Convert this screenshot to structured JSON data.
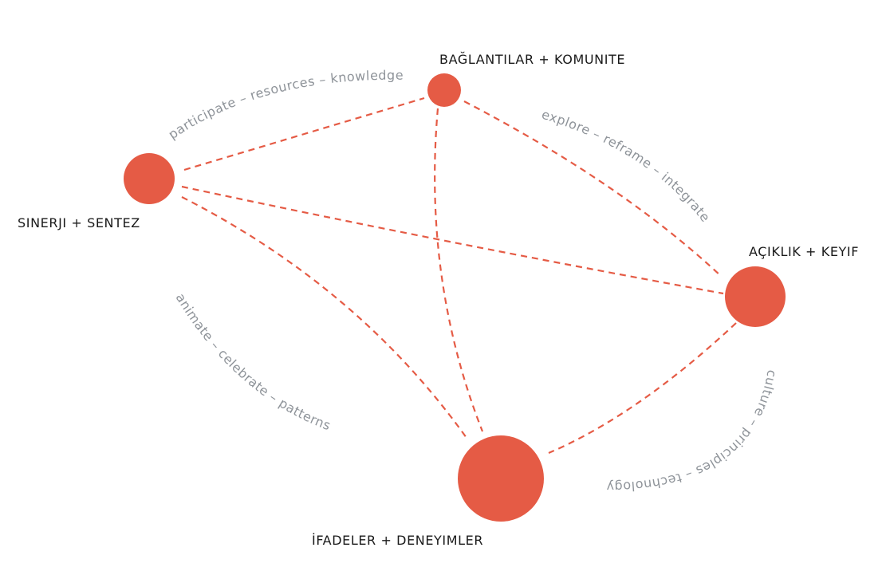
{
  "colors": {
    "node": "#e55b45",
    "edge": "#e55b45",
    "edge_label": "#8e9399",
    "node_label": "#1a1a1a"
  },
  "nodes": [
    {
      "id": "baglantilar",
      "label": "BAĞLANTILAR + KOMUNITE"
    },
    {
      "id": "sinerji",
      "label": "SINERJI + SENTEZ"
    },
    {
      "id": "aciklik",
      "label": "AÇIKLIK + KEYIF"
    },
    {
      "id": "ifadeler",
      "label": "İFADELER + DENEYIMLER"
    }
  ],
  "edges": [
    {
      "from": "sinerji",
      "to": "baglantilar"
    },
    {
      "from": "baglantilar",
      "to": "aciklik"
    },
    {
      "from": "baglantilar",
      "to": "ifadeler"
    },
    {
      "from": "sinerji",
      "to": "aciklik"
    },
    {
      "from": "sinerji",
      "to": "ifadeler"
    },
    {
      "from": "aciklik",
      "to": "ifadeler"
    }
  ],
  "edge_labels": [
    {
      "id": "top-left",
      "text": "participate – resources – knowledge"
    },
    {
      "id": "top-right",
      "text": "explore – reframe – integrate"
    },
    {
      "id": "bottom-left",
      "text": "animate – celebrate – patterns"
    },
    {
      "id": "bottom-right",
      "text": "culture – principles – technology"
    }
  ]
}
